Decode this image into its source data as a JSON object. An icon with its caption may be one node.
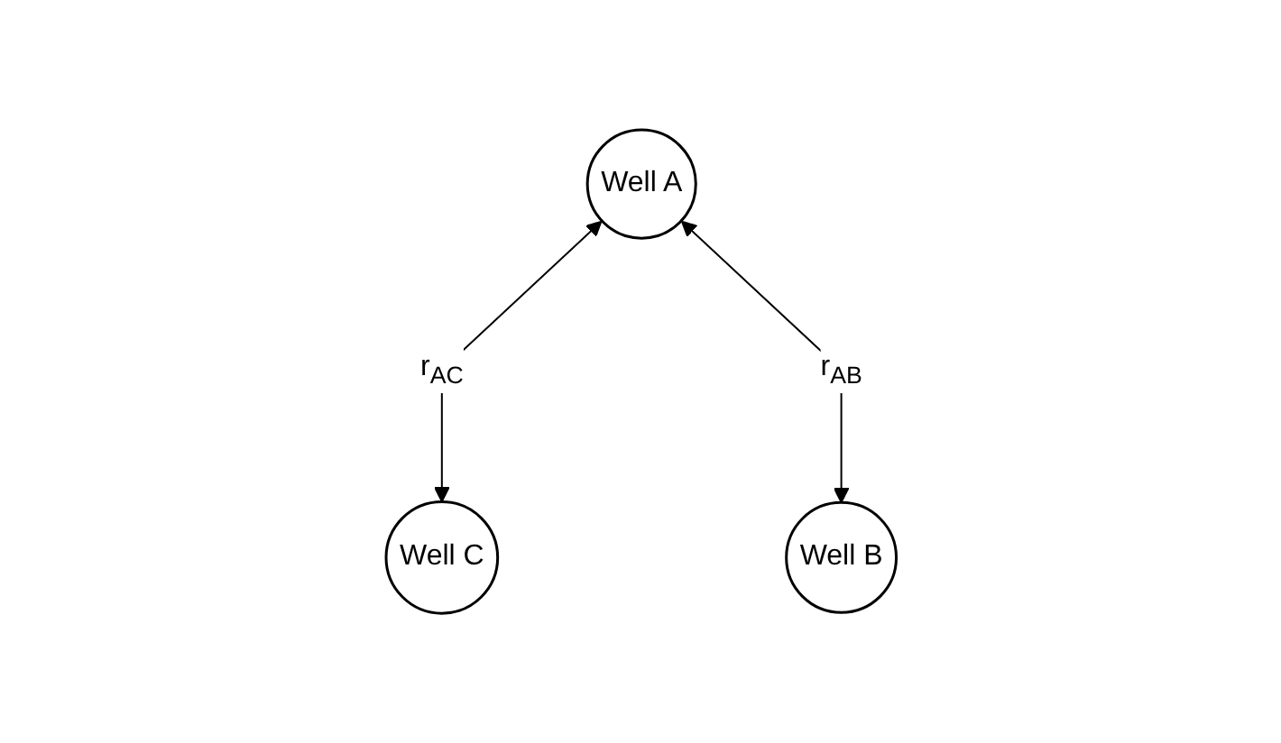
{
  "diagram": {
    "nodes": [
      {
        "text": [
          "Well A"
        ]
      },
      {
        "text": [
          "Well C"
        ]
      },
      {
        "text": [
          "Well B"
        ]
      }
    ],
    "edges": [
      {
        "from": 0,
        "to": 1,
        "arrow": "both",
        "label": "r$_{AC}$"
      },
      {
        "from": 0,
        "to": 2,
        "arrow": "both",
        "label": "r$_{AB}$"
      }
    ]
  }
}
